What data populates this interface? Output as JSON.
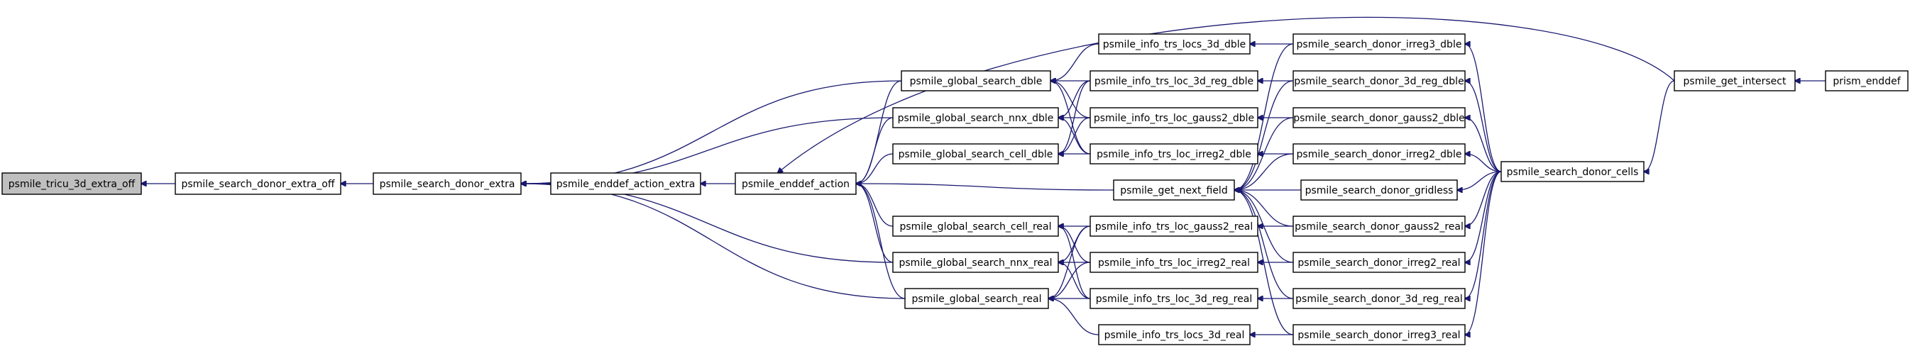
{
  "colors": {
    "background": "#ffffff",
    "node_fill": "#ffffff",
    "node_fill_highlight": "#bfbfbf",
    "node_stroke": "#000000",
    "edge": "#191970",
    "text": "#000000"
  },
  "nodes": [
    {
      "id": "n_tricu",
      "label": "psmile_tricu_3d_extra_off",
      "highlight": true
    },
    {
      "id": "n_sdx_off",
      "label": "psmile_search_donor_extra_off"
    },
    {
      "id": "n_sdx",
      "label": "psmile_search_donor_extra"
    },
    {
      "id": "n_eda_extra",
      "label": "psmile_enddef_action_extra"
    },
    {
      "id": "n_eda",
      "label": "psmile_enddef_action"
    },
    {
      "id": "n_gs_dble",
      "label": "psmile_global_search_dble"
    },
    {
      "id": "n_gsnnx_dble",
      "label": "psmile_global_search_nnx_dble"
    },
    {
      "id": "n_gscell_dble",
      "label": "psmile_global_search_cell_dble"
    },
    {
      "id": "n_gscell_real",
      "label": "psmile_global_search_cell_real"
    },
    {
      "id": "n_gsnnx_real",
      "label": "psmile_global_search_nnx_real"
    },
    {
      "id": "n_gs_real",
      "label": "psmile_global_search_real"
    },
    {
      "id": "n_itl3d_dble",
      "label": "psmile_info_trs_locs_3d_dble"
    },
    {
      "id": "n_itl3dreg_dble",
      "label": "psmile_info_trs_loc_3d_reg_dble"
    },
    {
      "id": "n_itlg2_dble",
      "label": "psmile_info_trs_loc_gauss2_dble"
    },
    {
      "id": "n_itli2_dble",
      "label": "psmile_info_trs_loc_irreg2_dble"
    },
    {
      "id": "n_gnf",
      "label": "psmile_get_next_field"
    },
    {
      "id": "n_itlg2_real",
      "label": "psmile_info_trs_loc_gauss2_real"
    },
    {
      "id": "n_itli2_real",
      "label": "psmile_info_trs_loc_irreg2_real"
    },
    {
      "id": "n_itl3dreg_real",
      "label": "psmile_info_trs_loc_3d_reg_real"
    },
    {
      "id": "n_itl3d_real",
      "label": "psmile_info_trs_locs_3d_real"
    },
    {
      "id": "n_sdi3_dble",
      "label": "psmile_search_donor_irreg3_dble"
    },
    {
      "id": "n_sd3dreg_dble",
      "label": "psmile_search_donor_3d_reg_dble"
    },
    {
      "id": "n_sdg2_dble",
      "label": "psmile_search_donor_gauss2_dble"
    },
    {
      "id": "n_sdi2_dble",
      "label": "psmile_search_donor_irreg2_dble"
    },
    {
      "id": "n_sdgridless",
      "label": "psmile_search_donor_gridless"
    },
    {
      "id": "n_sdg2_real",
      "label": "psmile_search_donor_gauss2_real"
    },
    {
      "id": "n_sdi2_real",
      "label": "psmile_search_donor_irreg2_real"
    },
    {
      "id": "n_sd3dreg_real",
      "label": "psmile_search_donor_3d_reg_real"
    },
    {
      "id": "n_sdi3_real",
      "label": "psmile_search_donor_irreg3_real"
    },
    {
      "id": "n_sdcells",
      "label": "psmile_search_donor_cells"
    },
    {
      "id": "n_gi",
      "label": "psmile_get_intersect"
    },
    {
      "id": "n_prism",
      "label": "prism_enddef"
    }
  ],
  "edges": [
    [
      "n_tricu",
      "n_sdx_off"
    ],
    [
      "n_sdx_off",
      "n_sdx"
    ],
    [
      "n_sdx",
      "n_eda_extra"
    ],
    [
      "n_sdx",
      "n_gs_dble"
    ],
    [
      "n_sdx",
      "n_gsnnx_dble"
    ],
    [
      "n_sdx",
      "n_gsnnx_real"
    ],
    [
      "n_sdx",
      "n_gs_real"
    ],
    [
      "n_eda_extra",
      "n_eda"
    ],
    [
      "n_eda",
      "n_gs_dble"
    ],
    [
      "n_eda",
      "n_gsnnx_dble"
    ],
    [
      "n_eda",
      "n_gscell_dble"
    ],
    [
      "n_eda",
      "n_gscell_real"
    ],
    [
      "n_eda",
      "n_gsnnx_real"
    ],
    [
      "n_eda",
      "n_gs_real"
    ],
    [
      "n_eda",
      "n_gnf"
    ],
    [
      "n_eda",
      "n_gi"
    ],
    [
      "n_gs_dble",
      "n_itl3d_dble"
    ],
    [
      "n_gs_dble",
      "n_itl3dreg_dble"
    ],
    [
      "n_gs_dble",
      "n_itlg2_dble"
    ],
    [
      "n_gs_dble",
      "n_itli2_dble"
    ],
    [
      "n_gsnnx_dble",
      "n_itl3dreg_dble"
    ],
    [
      "n_gsnnx_dble",
      "n_itlg2_dble"
    ],
    [
      "n_gsnnx_dble",
      "n_itli2_dble"
    ],
    [
      "n_gscell_dble",
      "n_itl3dreg_dble"
    ],
    [
      "n_gscell_dble",
      "n_itlg2_dble"
    ],
    [
      "n_gscell_dble",
      "n_itli2_dble"
    ],
    [
      "n_gscell_real",
      "n_itlg2_real"
    ],
    [
      "n_gscell_real",
      "n_itli2_real"
    ],
    [
      "n_gscell_real",
      "n_itl3dreg_real"
    ],
    [
      "n_gsnnx_real",
      "n_itlg2_real"
    ],
    [
      "n_gsnnx_real",
      "n_itli2_real"
    ],
    [
      "n_gsnnx_real",
      "n_itl3dreg_real"
    ],
    [
      "n_gs_real",
      "n_itlg2_real"
    ],
    [
      "n_gs_real",
      "n_itli2_real"
    ],
    [
      "n_gs_real",
      "n_itl3dreg_real"
    ],
    [
      "n_gs_real",
      "n_itl3d_real"
    ],
    [
      "n_itl3d_dble",
      "n_sdi3_dble"
    ],
    [
      "n_itl3dreg_dble",
      "n_sd3dreg_dble"
    ],
    [
      "n_itlg2_dble",
      "n_sdg2_dble"
    ],
    [
      "n_itli2_dble",
      "n_sdi2_dble"
    ],
    [
      "n_itlg2_real",
      "n_sdg2_real"
    ],
    [
      "n_itli2_real",
      "n_sdi2_real"
    ],
    [
      "n_itl3dreg_real",
      "n_sd3dreg_real"
    ],
    [
      "n_itl3d_real",
      "n_sdi3_real"
    ],
    [
      "n_gnf",
      "n_sdi3_dble"
    ],
    [
      "n_gnf",
      "n_sd3dreg_dble"
    ],
    [
      "n_gnf",
      "n_sdg2_dble"
    ],
    [
      "n_gnf",
      "n_sdi2_dble"
    ],
    [
      "n_gnf",
      "n_sdgridless"
    ],
    [
      "n_gnf",
      "n_sdg2_real"
    ],
    [
      "n_gnf",
      "n_sdi2_real"
    ],
    [
      "n_gnf",
      "n_sd3dreg_real"
    ],
    [
      "n_gnf",
      "n_sdi3_real"
    ],
    [
      "n_sdi3_dble",
      "n_sdcells"
    ],
    [
      "n_sd3dreg_dble",
      "n_sdcells"
    ],
    [
      "n_sdg2_dble",
      "n_sdcells"
    ],
    [
      "n_sdi2_dble",
      "n_sdcells"
    ],
    [
      "n_sdgridless",
      "n_sdcells"
    ],
    [
      "n_sdg2_real",
      "n_sdcells"
    ],
    [
      "n_sdi2_real",
      "n_sdcells"
    ],
    [
      "n_sd3dreg_real",
      "n_sdcells"
    ],
    [
      "n_sdi3_real",
      "n_sdcells"
    ],
    [
      "n_sdcells",
      "n_gi"
    ],
    [
      "n_gi",
      "n_prism"
    ]
  ]
}
